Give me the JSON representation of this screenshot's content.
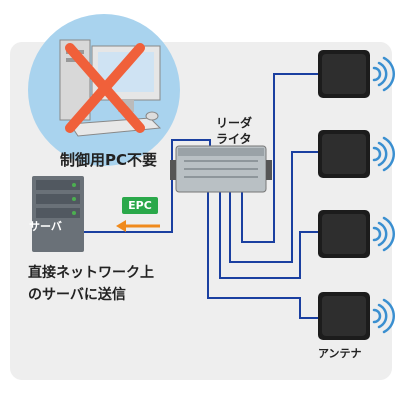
{
  "pc": {
    "label": "制御用PC不要"
  },
  "reader": {
    "label_line1": "リーダ",
    "label_line2": "ライタ"
  },
  "epc_badge": "EPC",
  "server": {
    "caption": "サーバ"
  },
  "note": {
    "line1": "直接ネットワーク上",
    "line2": "のサーバに送信"
  },
  "antenna": {
    "label": "アンテナ",
    "count": 4
  },
  "colors": {
    "panel_bg": "#eeeeee",
    "cable": "#1a3fa0",
    "arrow": "#f08a1c",
    "epc_badge": "#2aa84a",
    "pc_circle": "#a9d3ee",
    "cross": "#f0603a",
    "wifi": "#3a8fd0",
    "antenna_body": "#1c1c1c",
    "server_body": "#6a7178"
  }
}
